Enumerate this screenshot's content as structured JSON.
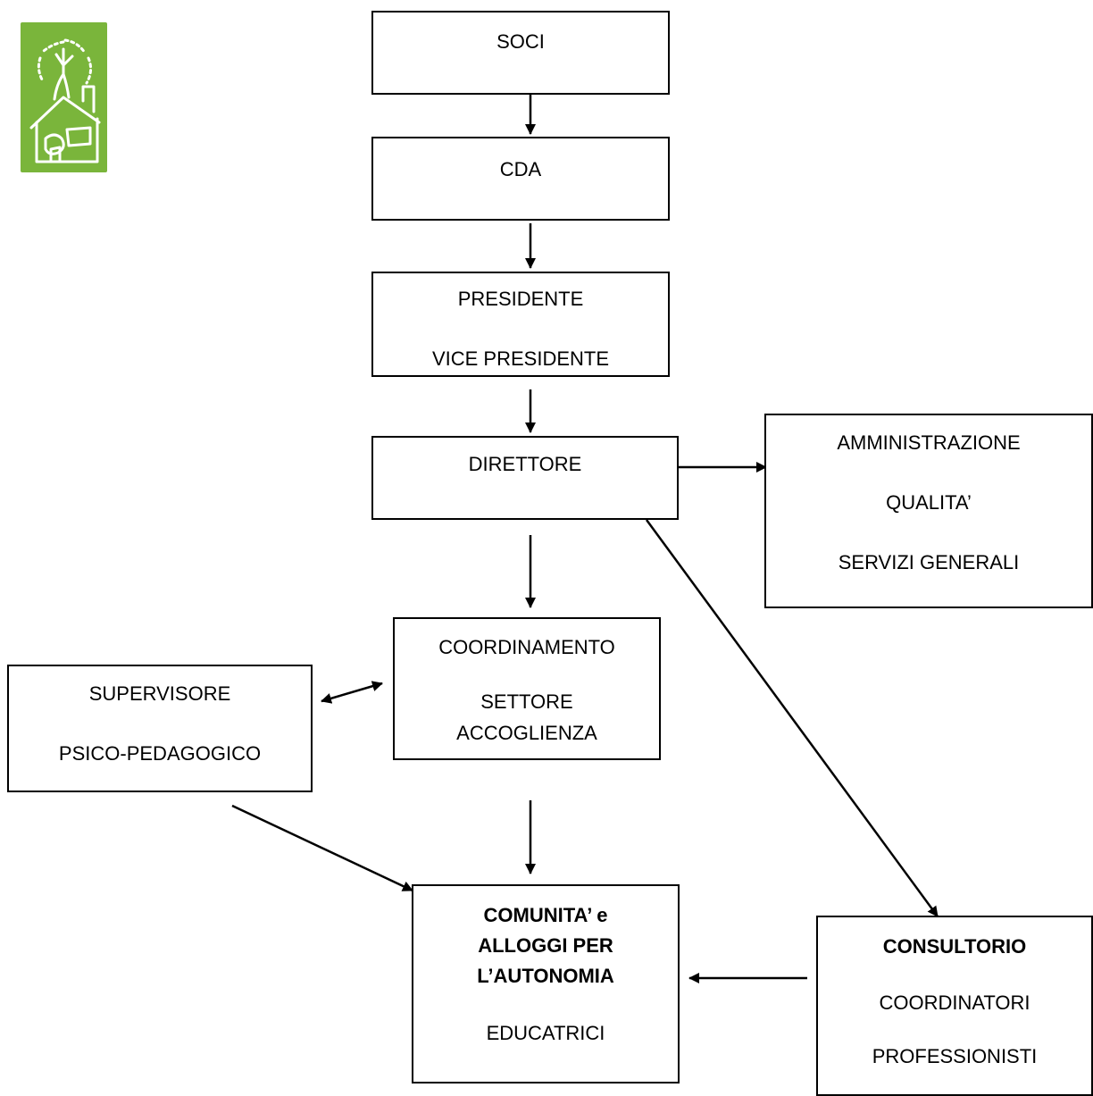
{
  "logo": {
    "icon": "house-tree-logo-icon",
    "color": "#7ab53b"
  },
  "boxes": {
    "soci": {
      "line1": "SOCI"
    },
    "cda": {
      "line1": "CDA"
    },
    "presidente": {
      "line1": "PRESIDENTE",
      "line2": "VICE PRESIDENTE"
    },
    "direttore": {
      "line1": "DIRETTORE"
    },
    "amministrazione": {
      "line1": "AMMINISTRAZIONE",
      "line2": "QUALITA’",
      "line3": "SERVIZI GENERALI"
    },
    "coordinamento": {
      "line1": "COORDINAMENTO",
      "line2": "SETTORE",
      "line3": "ACCOGLIENZA"
    },
    "supervisore": {
      "line1": "SUPERVISORE",
      "line2": "PSICO-PEDAGOGICO"
    },
    "comunita": {
      "line1": "COMUNITA’ e",
      "line2": "ALLOGGI PER",
      "line3": "L’AUTONOMIA",
      "line4": "EDUCATRICI"
    },
    "consultorio": {
      "line1": "CONSULTORIO",
      "line2": "COORDINATORI",
      "line3": "PROFESSIONISTI"
    }
  }
}
